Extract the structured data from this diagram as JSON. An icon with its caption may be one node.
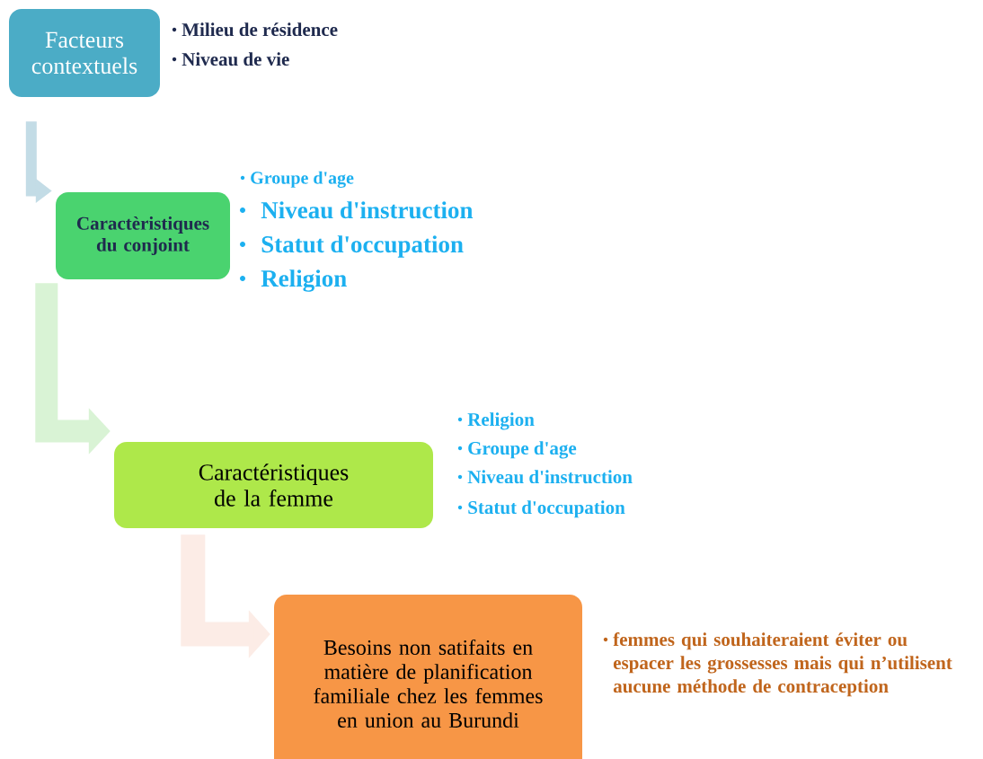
{
  "diagram": {
    "nodes": [
      {
        "text": [
          "Facteurs contextuels"
        ],
        "beside": [
          "Milieu de résidence",
          "Niveau de vie"
        ]
      },
      {
        "text": [
          "Caractèristiques du conjoint"
        ],
        "beside": [
          "Groupe d'age",
          "Niveau d'instruction",
          "Statut d'occupation",
          "Religion"
        ]
      },
      {
        "text": [
          "Caractéristiques de la femme"
        ],
        "beside": [
          "Religion",
          "Groupe d'age",
          "Niveau d'instruction",
          "Statut d'occupation"
        ]
      },
      {
        "text": [
          "Besoins non satifaits en matière de planification familiale chez les femmes en union au Burundi"
        ],
        "beside": [
          "femmes qui souhaiteraient éviter ou espacer les grossesses mais qui n’utilisent aucune méthode de contraception"
        ]
      }
    ],
    "edges": [
      {
        "from": 0,
        "to": 1,
        "arrow": "to",
        "color": "#c3dce6"
      },
      {
        "from": 1,
        "to": 2,
        "arrow": "to",
        "color": "#d9f3d5"
      },
      {
        "from": 2,
        "to": 3,
        "arrow": "to",
        "color": "#fcece6"
      }
    ]
  }
}
